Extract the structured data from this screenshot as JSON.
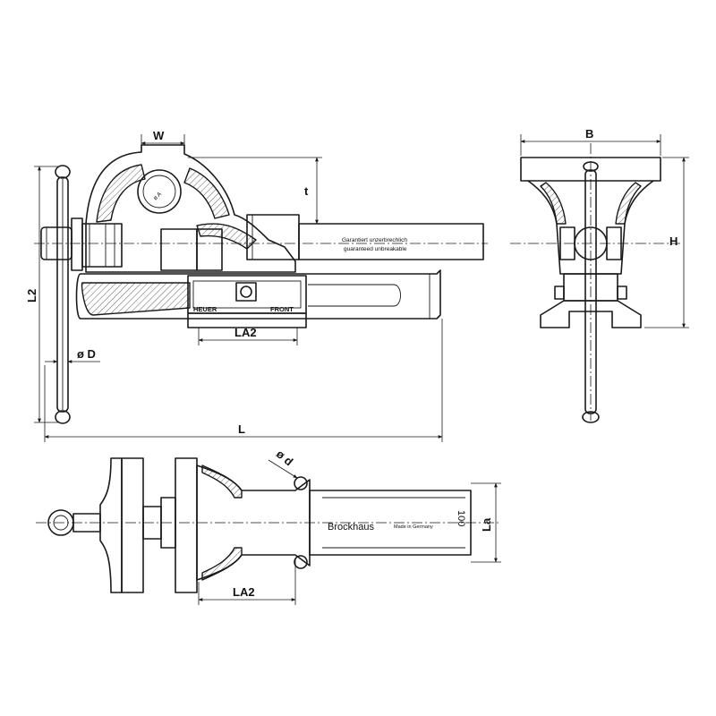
{
  "dimensions": {
    "w": "W",
    "t": "t",
    "b": "B",
    "h": "H",
    "l2": "L2",
    "diam_d": "ø D",
    "la2": "LA2",
    "l": "L",
    "la2_bottom": "LA2",
    "diam_d_small": "ø d",
    "la": "La"
  },
  "imprints": {
    "spindle_line1": "Garantiert unzerbrechlich",
    "spindle_line2": "guaranteed unbreakable",
    "brand_left": "HEUER",
    "brand_right": "FRONT",
    "top_brand": "Brockhaus",
    "top_made_in": "Made in Germany",
    "top_size": "100"
  }
}
